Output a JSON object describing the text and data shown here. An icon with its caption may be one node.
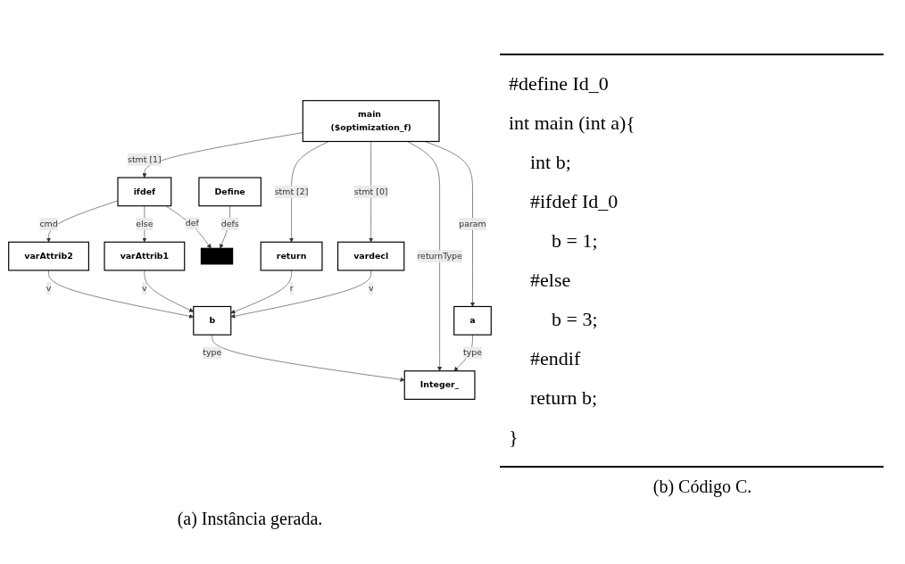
{
  "diagram": {
    "nodes": [
      {
        "text": [
          "main ($optimization_f)"
        ]
      },
      {
        "text": [
          "ifdef"
        ]
      },
      {
        "text": [
          "return"
        ]
      },
      {
        "text": [
          "vardecl"
        ]
      },
      {
        "text": [
          "a"
        ]
      },
      {
        "text": [
          "varAttrib2"
        ]
      },
      {
        "text": [
          "varAttrib1"
        ]
      },
      {
        "text": [
          "Define"
        ]
      },
      {
        "text": [
          "b"
        ]
      },
      {
        "text": [],
        "shape": "box"
      },
      {
        "text": [
          "Integer_"
        ]
      }
    ],
    "edges": [
      {
        "from": 0,
        "to": 1,
        "label": "stmt [1]",
        "arrow": "to"
      },
      {
        "from": 0,
        "to": 2,
        "label": "stmt [2]",
        "arrow": "to"
      },
      {
        "from": 0,
        "to": 3,
        "label": "stmt [0]",
        "arrow": "to"
      },
      {
        "from": 0,
        "to": 10,
        "label": "returnType",
        "arrow": "to"
      },
      {
        "from": 0,
        "to": 4,
        "label": "param",
        "arrow": "to"
      },
      {
        "from": 1,
        "to": 5,
        "label": "cmd",
        "arrow": "to"
      },
      {
        "from": 1,
        "to": 6,
        "label": "else",
        "arrow": "to"
      },
      {
        "from": 1,
        "to": 9,
        "label": "def",
        "arrow": "to"
      },
      {
        "from": 2,
        "to": 8,
        "label": "r",
        "arrow": "to"
      },
      {
        "from": 3,
        "to": 8,
        "label": "v",
        "arrow": "to"
      },
      {
        "from": 5,
        "to": 8,
        "label": "v",
        "arrow": "to"
      },
      {
        "from": 6,
        "to": 8,
        "label": "v",
        "arrow": "to"
      },
      {
        "from": 4,
        "to": 10,
        "label": "type",
        "arrow": "to"
      },
      {
        "from": 8,
        "to": 10,
        "label": "type",
        "arrow": "to"
      },
      {
        "from": 7,
        "to": 9,
        "label": "defs",
        "arrow": "to"
      }
    ],
    "labels": [
      "#define Id_0",
      "int main (int a){",
      "int b;",
      "#ifdef Id_0",
      "b = 1;",
      "#else",
      "b = 3;",
      "#endif",
      "return b;",
      "}",
      "(a) Instância gerada.",
      "(b) Código C."
    ]
  }
}
